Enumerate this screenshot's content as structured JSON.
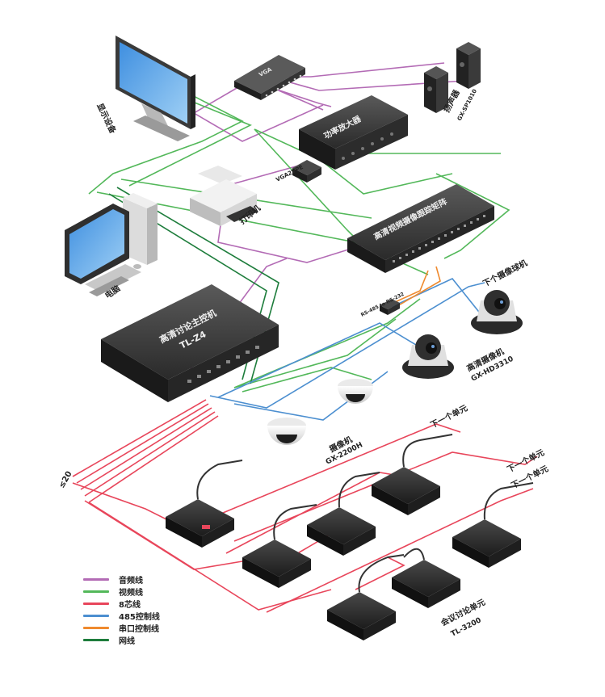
{
  "colors": {
    "audio": "#b36bb5",
    "video": "#53b85a",
    "core8": "#e8465b",
    "rs485": "#4c8fd0",
    "serial": "#ef8a2e",
    "network": "#1e7d3c",
    "device_dark": "#2b2b2b",
    "device_top": "#4a4a4a"
  },
  "labels": {
    "display": "显示设备",
    "power_amp": "功率放大器",
    "speakers": "扬声器",
    "speaker_model": "GX-SP1010",
    "printer": "打印机",
    "vga": "VGA2VPE",
    "computer": "电脑",
    "matrix": "高清视频摄像跟踪矩阵",
    "next_camera": "下个摄像球机",
    "converter": "RS-485 to RS-232",
    "hd_camera": "高清摄像机",
    "hd_camera_model": "GX-HD3310",
    "host": "高清讨论主控机",
    "host_model": "TL-Z4",
    "camera": "摄像机",
    "camera_model": "GX-2200H",
    "next_unit_1": "下一个单元",
    "next_unit_2": "下一个单元",
    "next_unit_3": "下一个单元",
    "limit": "≤20",
    "unit": "会议讨论单元",
    "unit_model": "TL-3200"
  },
  "legend": [
    {
      "label": "音频线",
      "color": "#b36bb5"
    },
    {
      "label": "视频线",
      "color": "#53b85a"
    },
    {
      "label": "8芯线",
      "color": "#e8465b"
    },
    {
      "label": "485控制线",
      "color": "#4c8fd0"
    },
    {
      "label": "串口控制线",
      "color": "#ef8a2e"
    },
    {
      "label": "网线",
      "color": "#1e7d3c"
    }
  ]
}
